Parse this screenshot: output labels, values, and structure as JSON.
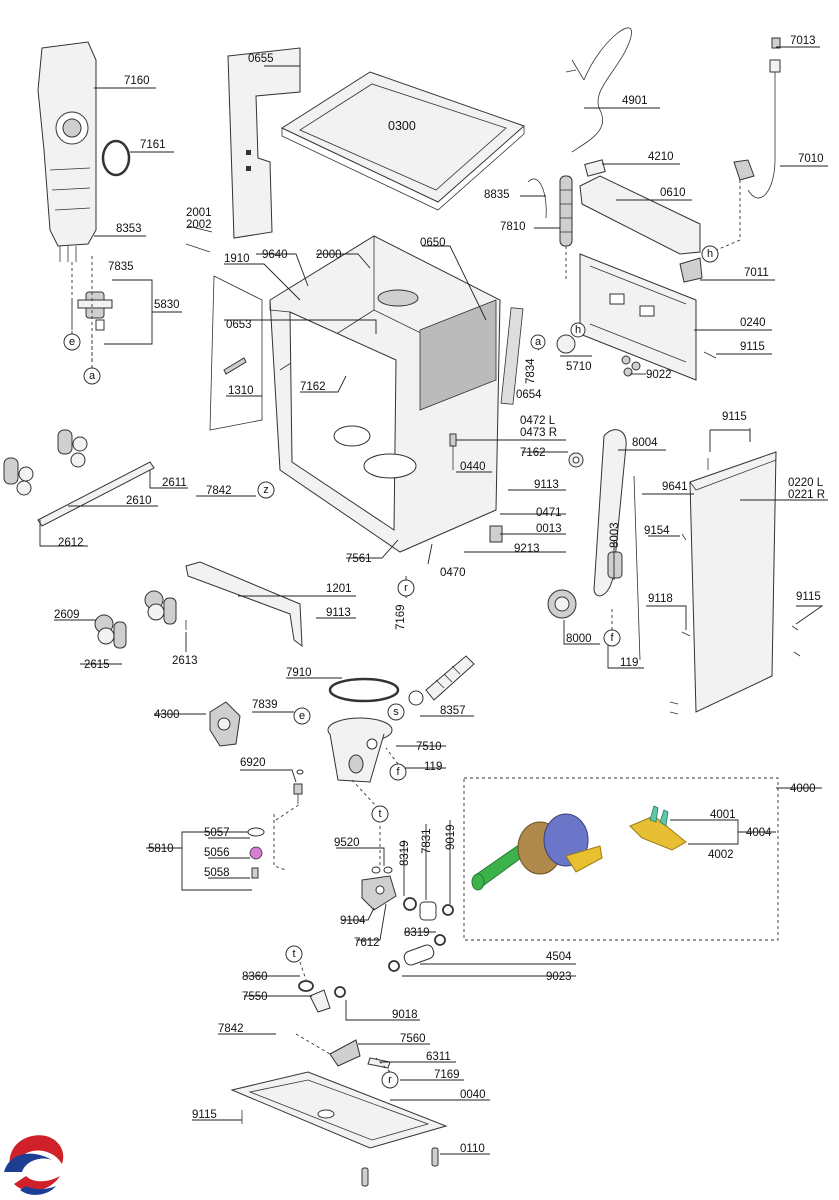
{
  "labels": {
    "l7160": "7160",
    "l7161": "7161",
    "l8353": "8353",
    "l7835": "7835",
    "l5830": "5830",
    "l0655": "0655",
    "l0300": "0300",
    "l4901": "4901",
    "l7013": "7013",
    "l7010": "7010",
    "l4210": "4210",
    "l8835": "8835",
    "l0610": "0610",
    "l7810": "7810",
    "l7011": "7011",
    "l0240": "0240",
    "l9115a": "9115",
    "l5710": "5710",
    "l9022": "9022",
    "l7834": "7834",
    "l0654": "0654",
    "l2001": "2001",
    "l2002": "2002",
    "l1910": "1910",
    "l9640": "9640",
    "l2000": "2000",
    "l0650": "0650",
    "l0653": "0653",
    "l1310": "1310",
    "l7162a": "7162",
    "l0472": "0472 L",
    "l0473": "0473 R",
    "l7162b": "7162",
    "l0440": "0440",
    "l9113a": "9113",
    "l0471": "0471",
    "l0013": "0013",
    "l9213": "9213",
    "l0470": "0470",
    "l7561": "7561",
    "l7169a": "7169",
    "l2611": "2611",
    "l2610": "2610",
    "l2612": "2612",
    "l7842a": "7842",
    "l1201": "1201",
    "l9113b": "9113",
    "l2609": "2609",
    "l2615": "2615",
    "l2613": "2613",
    "l8004": "8004",
    "l9115b": "9115",
    "l9641": "9641",
    "l0220": "0220 L",
    "l0221": "0221 R",
    "l9154": "9154",
    "l8003": "8003",
    "l9118": "9118",
    "l9115c": "9115",
    "l8000": "8000",
    "l119a": "119",
    "l7910": "7910",
    "l8357": "8357",
    "l4300": "4300",
    "l7839": "7839",
    "l7510": "7510",
    "l119b": "119",
    "l6920": "6920",
    "l4000": "4000",
    "l4001": "4001",
    "l4004": "4004",
    "l4002": "4002",
    "l5810": "5810",
    "l5057": "5057",
    "l5056": "5056",
    "l5058": "5058",
    "l9520": "9520",
    "l8319a": "8319",
    "l7831": "7831",
    "l9019": "9019",
    "l9104": "9104",
    "l7612": "7612",
    "l8319b": "8319",
    "l4504": "4504",
    "l9023": "9023",
    "l8360": "8360",
    "l7550": "7550",
    "l9018": "9018",
    "l7842b": "7842",
    "l7560": "7560",
    "l6311": "6311",
    "l7169b": "7169",
    "l0040": "0040",
    "l9115d": "9115",
    "l0110": "0110"
  },
  "callouts": {
    "e1": "e",
    "a1": "a",
    "h1": "h",
    "a2": "a",
    "h2": "h",
    "z1": "z",
    "r1": "r",
    "f1": "f",
    "e2": "e",
    "s1": "s",
    "f2": "f",
    "t1": "t",
    "t2": "t",
    "r2": "r"
  },
  "colors": {
    "pump_green": "#3cb24a",
    "pump_blue": "#6b76c8",
    "pump_bronze": "#b08a4a",
    "pump_yellow": "#e8c030",
    "bracket_yellow": "#e7bf34",
    "clip_teal": "#5fc6a9",
    "sensor_pink": "#d77ed4",
    "logo_red": "#d0202a",
    "logo_blue": "#1c3f94"
  },
  "icons": {
    "logo": "swirl-logo-icon"
  }
}
